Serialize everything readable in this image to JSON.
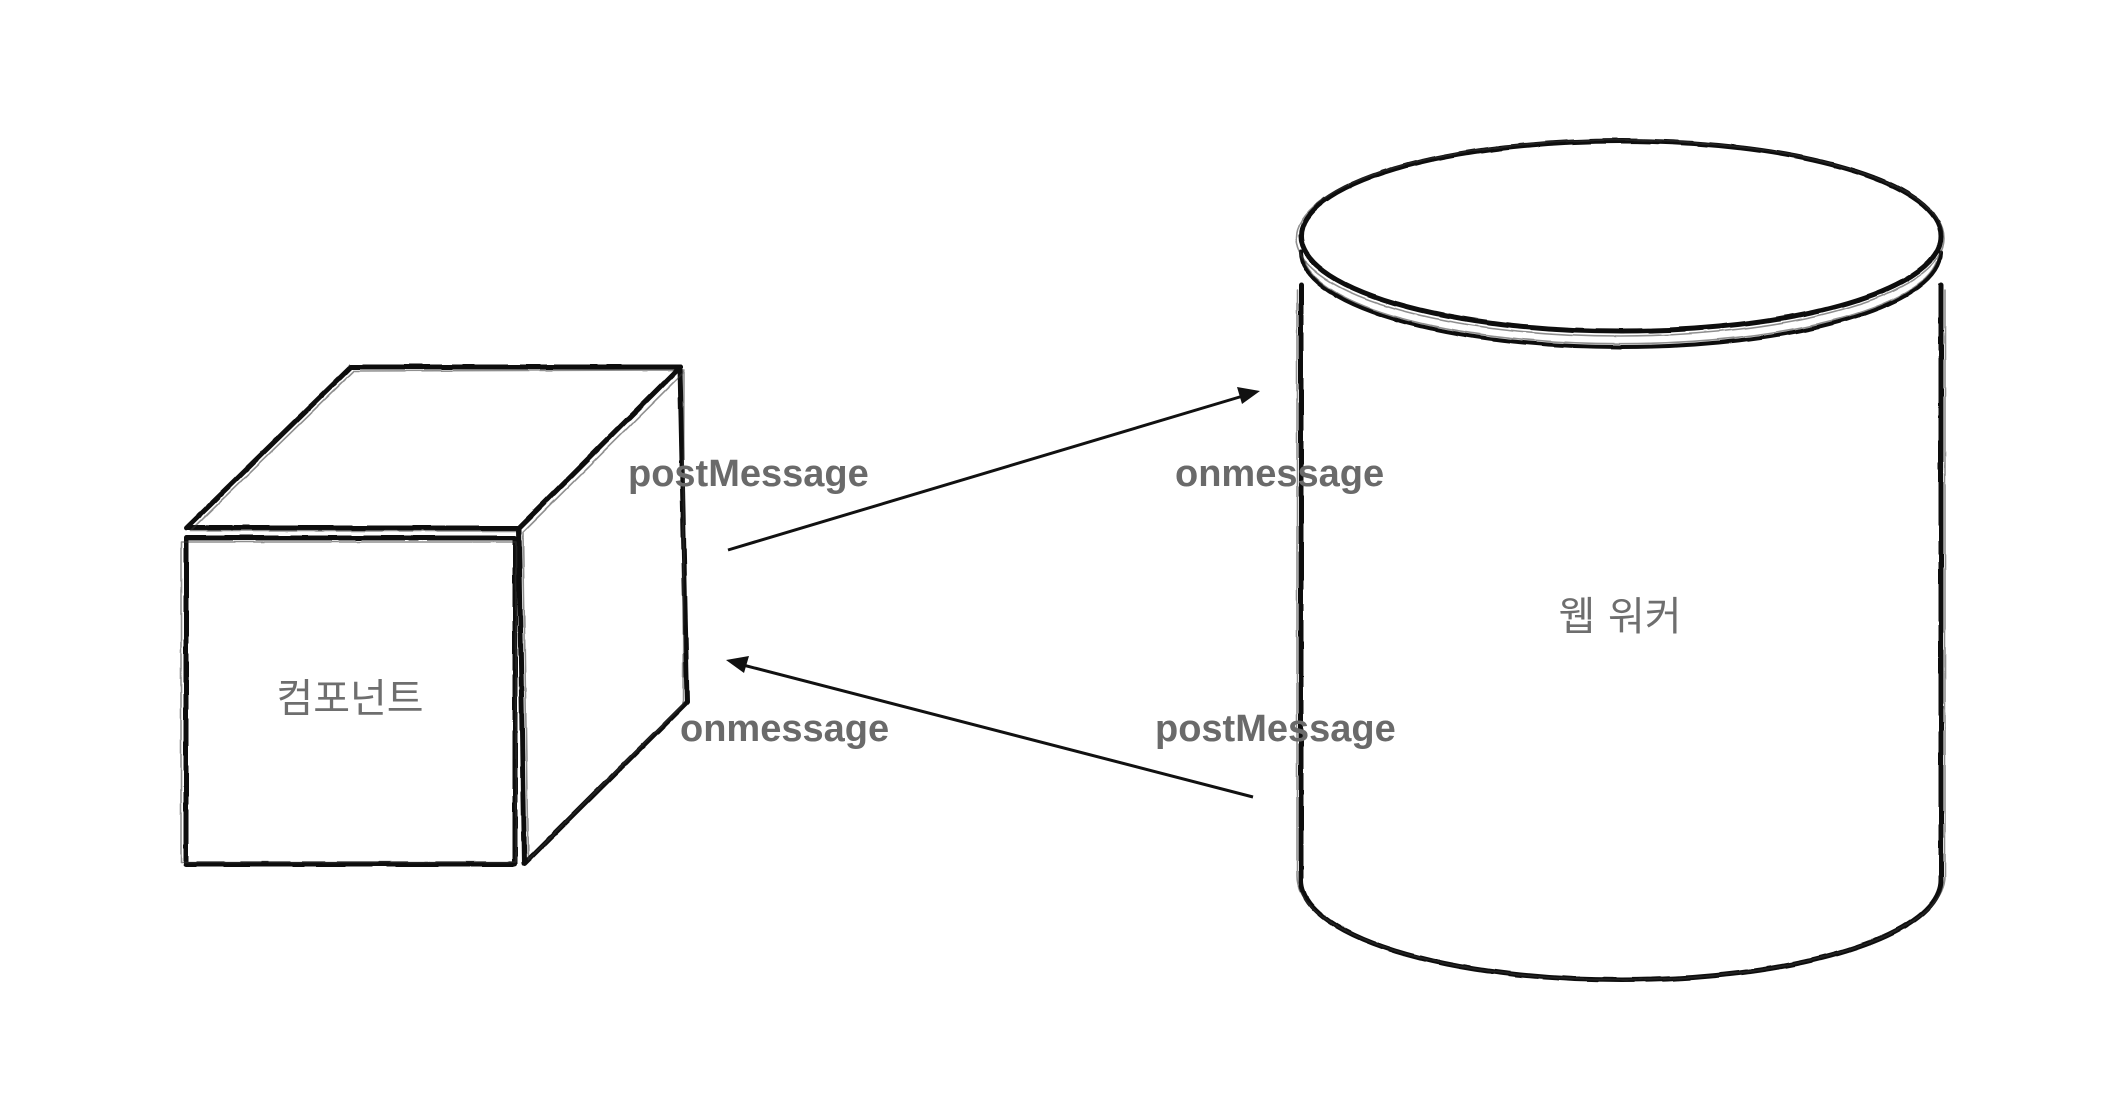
{
  "nodes": {
    "component": {
      "label": "컴포넌트"
    },
    "web_worker": {
      "label": "웹 워커"
    }
  },
  "edges": {
    "to_worker": {
      "send_label": "postMessage",
      "receive_label": "onmessage"
    },
    "to_component": {
      "send_label": "postMessage",
      "receive_label": "onmessage"
    }
  },
  "colors": {
    "stroke": "#111111",
    "label_text": "#6a6a6a",
    "background": "#ffffff"
  }
}
